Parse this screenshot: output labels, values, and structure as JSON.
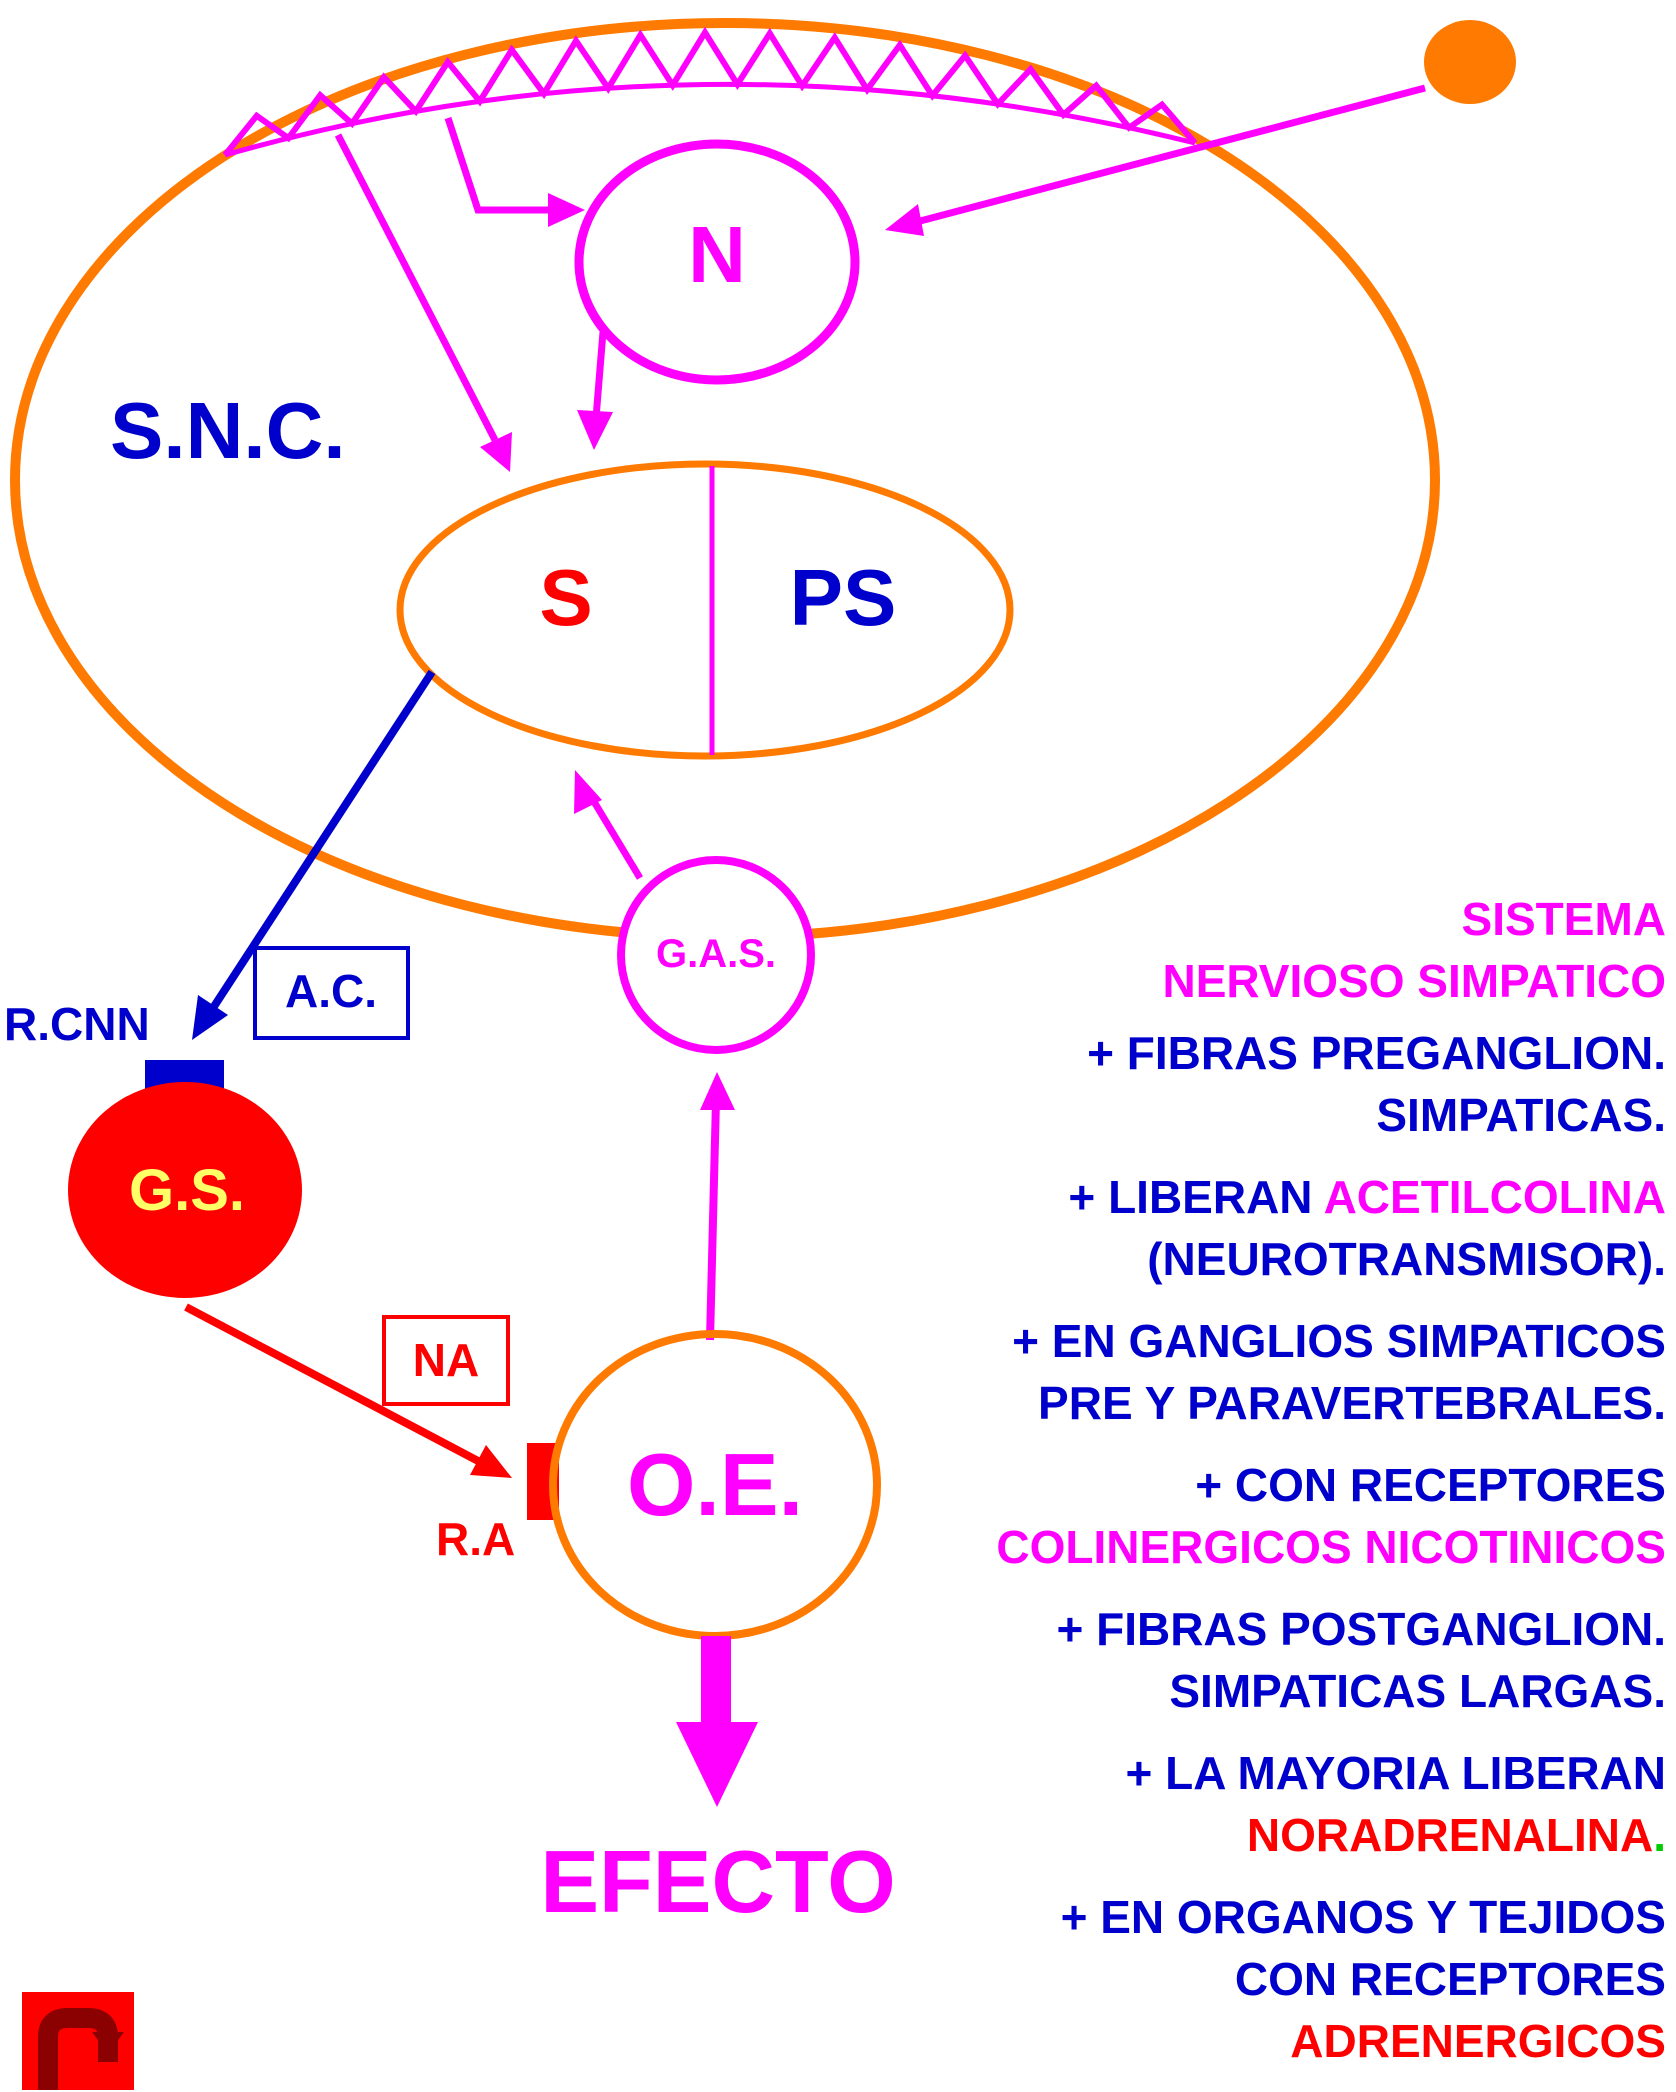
{
  "labels": {
    "snc": "S.N.C.",
    "n": "N",
    "s": "S",
    "ps": "PS",
    "gas": "G.A.S.",
    "gs": "G.S.",
    "oe": "O.E.",
    "efecto": "EFECTO",
    "rcnn": "R.CNN",
    "ac": "A.C.",
    "na": "NA",
    "ra": "R.A"
  },
  "notes": {
    "title_line1": "SISTEMA",
    "title_line2": "NERVIOSO SIMPATICO",
    "item1_line1": "+ FIBRAS PREGANGLION.",
    "item1_line2": "SIMPATICAS.",
    "item2_prefix": "+ LIBERAN ",
    "item2_highlight": "ACETILCOLINA",
    "item2_line2": "(NEUROTRANSMISOR).",
    "item3_line1": "+ EN GANGLIOS SIMPATICOS",
    "item3_line2": "PRE Y PARAVERTEBRALES.",
    "item4_line1": "+ CON RECEPTORES",
    "item4_line2": "COLINERGICOS NICOTINICOS",
    "item5_line1": "+ FIBRAS POSTGANGLION.",
    "item5_line2": "SIMPATICAS LARGAS.",
    "item6_line1": "+ LA MAYORIA LIBERAN",
    "item6_highlight": "NORADRENALINA",
    "item6_end": ".",
    "item7_line1": "+ EN ORGANOS Y TEJIDOS",
    "item7_line2": "CON RECEPTORES",
    "item7_highlight": "ADRENERGICOS"
  },
  "colors": {
    "orange": "#ff7a00",
    "magenta": "#ff00ff",
    "blue": "#0000cc",
    "red": "#ff0000",
    "yellow": "#ffff66"
  },
  "icons": {
    "back_button": "u-turn-arrow-icon"
  }
}
